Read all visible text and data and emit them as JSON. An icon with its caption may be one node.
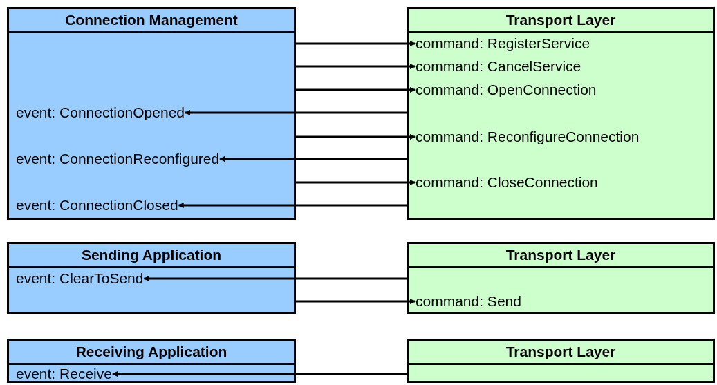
{
  "diagram": {
    "nodes": [
      {
        "text": [
          "Connection Management"
        ]
      },
      {
        "text": [
          "Transport Layer"
        ]
      },
      {
        "text": [
          "command: RegisterService"
        ],
        "in": 1
      },
      {
        "text": [
          "command: CancelService"
        ],
        "in": 1
      },
      {
        "text": [
          "command: OpenConnection"
        ],
        "in": 1
      },
      {
        "text": [
          "event: ConnectionOpened"
        ],
        "in": 0
      },
      {
        "text": [
          "command: ReconfigureConnection"
        ],
        "in": 1
      },
      {
        "text": [
          "event: ConnectionReconfigured"
        ],
        "in": 0
      },
      {
        "text": [
          "command: CloseConnection"
        ],
        "in": 1
      },
      {
        "text": [
          "event: ConnectionClosed"
        ],
        "in": 0
      },
      {
        "text": [
          "Sending Application"
        ]
      },
      {
        "text": [
          "Transport Layer"
        ]
      },
      {
        "text": [
          "event: ClearToSend"
        ],
        "in": 10
      },
      {
        "text": [
          "command: Send"
        ],
        "in": 11
      },
      {
        "text": [
          "Receiving Application"
        ]
      },
      {
        "text": [
          "Transport Layer"
        ]
      },
      {
        "text": [
          "event: Receive"
        ],
        "in": 14
      }
    ],
    "edges": [
      {
        "from": 0,
        "to": 2,
        "arrow": "to"
      },
      {
        "from": 0,
        "to": 3,
        "arrow": "to"
      },
      {
        "from": 0,
        "to": 4,
        "arrow": "to"
      },
      {
        "from": 1,
        "to": 5,
        "arrow": "to"
      },
      {
        "from": 0,
        "to": 6,
        "arrow": "to"
      },
      {
        "from": 1,
        "to": 7,
        "arrow": "to"
      },
      {
        "from": 0,
        "to": 8,
        "arrow": "to"
      },
      {
        "from": 1,
        "to": 9,
        "arrow": "to"
      },
      {
        "from": 11,
        "to": 12,
        "arrow": "to"
      },
      {
        "from": 10,
        "to": 13,
        "arrow": "to"
      },
      {
        "from": 15,
        "to": 16,
        "arrow": "to"
      }
    ]
  }
}
